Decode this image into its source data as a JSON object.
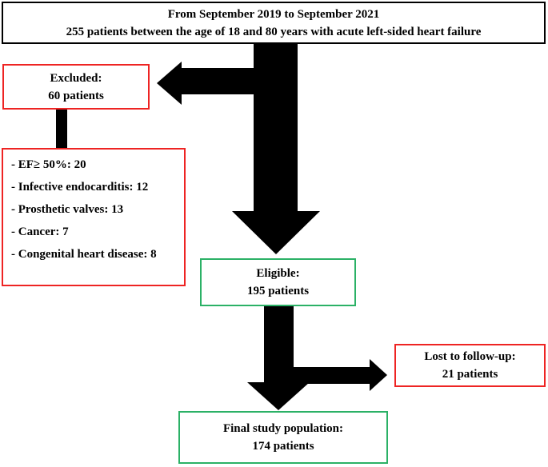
{
  "colors": {
    "arrow_black": "#000000",
    "border_black": "#000000",
    "border_red": "#ee2423",
    "border_green": "#2bb166",
    "background": "#ffffff"
  },
  "boxes": {
    "enrollment": {
      "line1": "From September 2019 to September 2021",
      "line2": "255 patients between the age of 18 and 80 years with acute left-sided heart failure"
    },
    "excluded": {
      "line1": "Excluded:",
      "line2": "60 patients"
    },
    "exclusion_reasons": {
      "items": [
        "- EF≥ 50%: 20",
        "- Infective endocarditis: 12",
        "- Prosthetic valves: 13",
        "- Cancer: 7",
        "- Congenital heart disease: 8"
      ]
    },
    "eligible": {
      "line1": "Eligible:",
      "line2": "195 patients"
    },
    "lost_to_followup": {
      "line1": "Lost to follow-up:",
      "line2": "21 patients"
    },
    "final": {
      "line1": "Final study population:",
      "line2": "174 patients"
    }
  }
}
